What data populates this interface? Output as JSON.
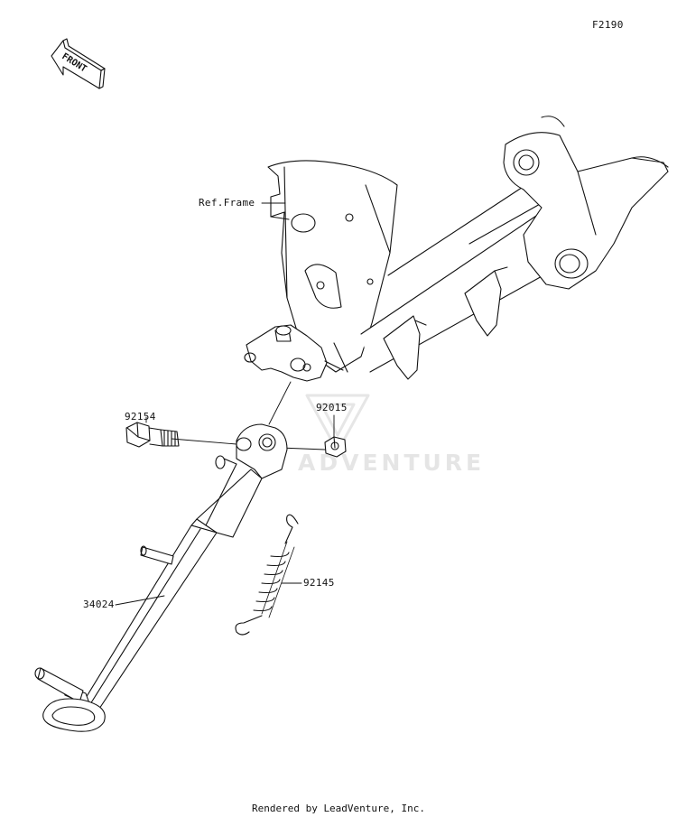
{
  "figure_code": "F2190",
  "front_arrow_text": "FRONT",
  "watermark_text": "ADVENTURE",
  "labels": {
    "frame": "Ref.Frame",
    "bolt": "92154",
    "nut": "92015",
    "spring": "92145",
    "stand": "34024"
  },
  "footer": "Rendered by LeadVenture, Inc.",
  "colors": {
    "line": "#111111",
    "watermark": "#e5e5e5"
  }
}
